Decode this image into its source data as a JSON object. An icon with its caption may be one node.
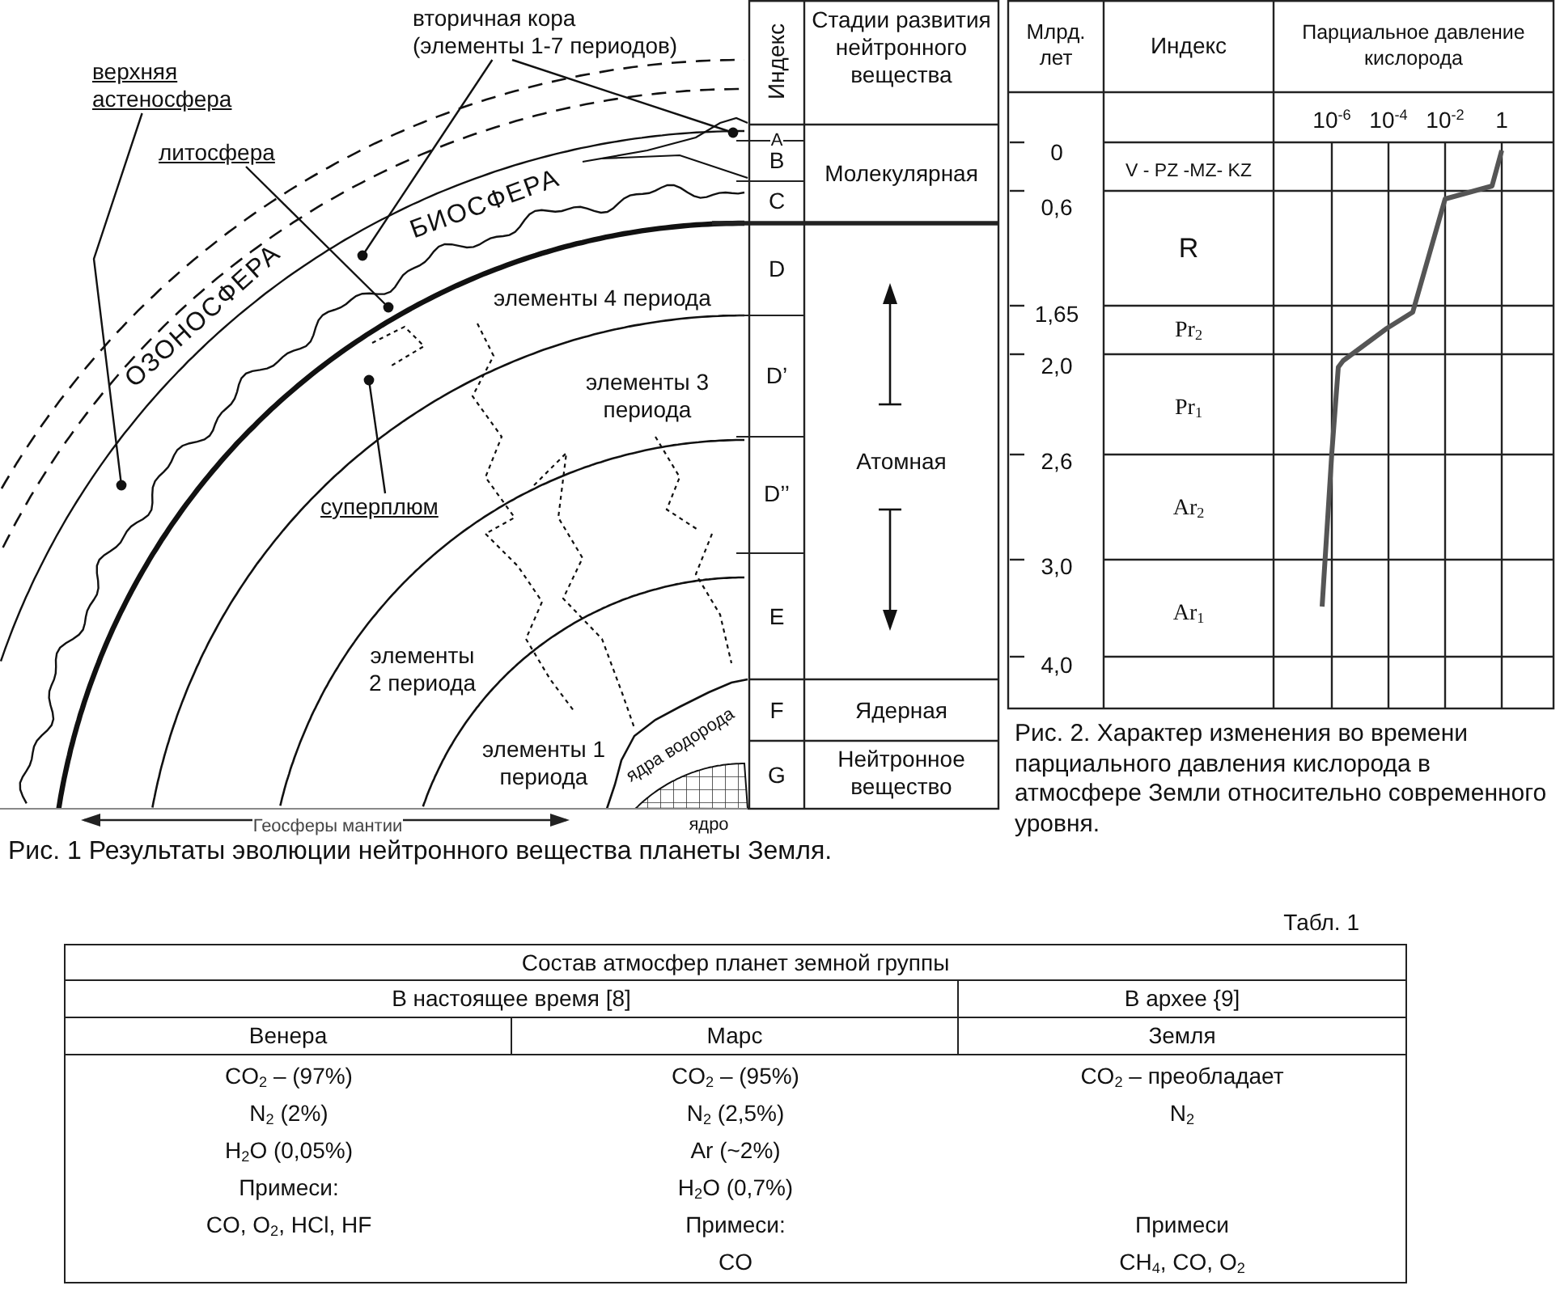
{
  "diagram": {
    "nodes": [
      {
        "text": [
          "верхняя астеносфера"
        ]
      },
      {
        "text": [
          "литосфера"
        ]
      },
      {
        "text": [
          "вторичная кора (элементы 1-7 периодов)"
        ]
      },
      {
        "text": [
          "суперплюм"
        ]
      }
    ],
    "edges": [
      {
        "from": 0,
        "to": null,
        "arrow": "other"
      },
      {
        "from": 1,
        "to": null,
        "arrow": "other"
      },
      {
        "from": 2,
        "to": null,
        "arrow": "other"
      },
      {
        "from": 2,
        "to": null,
        "arrow": "other"
      },
      {
        "from": 3,
        "to": null,
        "arrow": "other"
      }
    ],
    "labels": [
      "ОЗОНОСФЕРА",
      "БИОСФЕРА",
      "элементы 4 периода",
      "элементы 3 периода",
      "элементы 2 периода",
      "элементы 1 периода",
      "ядра водорода",
      "Геосферы мантии",
      "ядро",
      "Рис. 1 Результаты эволюции нейтронного вещества планеты Земля.",
      "Индекс",
      "Стадии развития нейтронного вещества",
      "A",
      "B",
      "Молекулярная",
      "C",
      "D",
      "D’",
      "Атомная",
      "D’’",
      "E",
      "F",
      "Ядерная",
      "G",
      "Нейтронное вещество",
      "Млрд. лет",
      "Индекс",
      "Парциальное давление кислорода",
      "10$^{-6}$",
      "10$^{-4}$",
      "10$^{-2}$",
      "1",
      "0",
      "V - PZ -MZ- KZ",
      "0,6",
      "R",
      "1,65",
      "Pr$_{2}$",
      "2,0",
      "Pr$_{1}$",
      "2,6",
      "Ar$_{2}$",
      "3,0",
      "Ar$_{1}$",
      "4,0",
      "Рис. 2. Характер изменения во времени парциального давления кислорода в атмосфере Земли относительно современного уровня.",
      "Табл. 1",
      "Состав атмосфер планет земной группы",
      "В настоящее время [8]",
      "В архее {9]",
      "Венера",
      "Марс",
      "Земля",
      "CO$_{2}$ – (97%)",
      "CO$_{2}$ – (95%)",
      "CO$_{2}$ – преобладает",
      "N$_{2}$ (2%)",
      "N$_{2}$ (2,5%)",
      "N$_{2}$",
      "H$_{2}$O (0,05%)",
      "Ar (~2%)",
      "Примеси:",
      "H$_{2}$O (0,7%)",
      "CO, O$_{2}$, HCl, HF",
      "Примеси:",
      "Примеси",
      "CO",
      "CH$_{4}$, CO, O$_{2}$"
    ]
  }
}
